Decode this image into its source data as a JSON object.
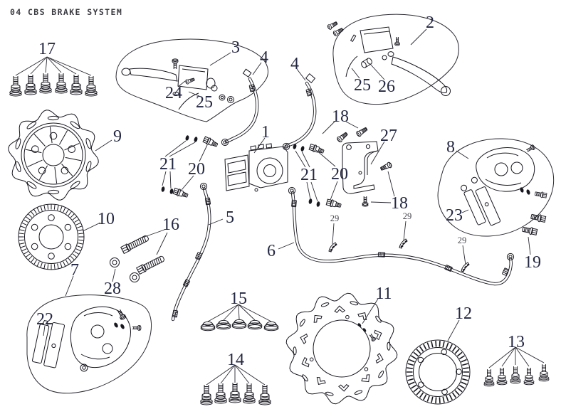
{
  "title": "04  CBS BRAKE SYSTEM",
  "callouts": {
    "n1": "1",
    "n2": "2",
    "n3": "3",
    "n4": "4",
    "n5": "5",
    "n6": "6",
    "n7": "7",
    "n8": "8",
    "n9": "9",
    "n10": "10",
    "n11": "11",
    "n12": "12",
    "n13": "13",
    "n14": "14",
    "n15": "15",
    "n16": "16",
    "n17": "17",
    "n18": "18",
    "n19": "19",
    "n20": "20",
    "n21": "21",
    "n22": "22",
    "n23": "23",
    "n24": "24",
    "n25": "25",
    "n26": "26",
    "n27": "27",
    "n28": "28",
    "n29": "29"
  }
}
